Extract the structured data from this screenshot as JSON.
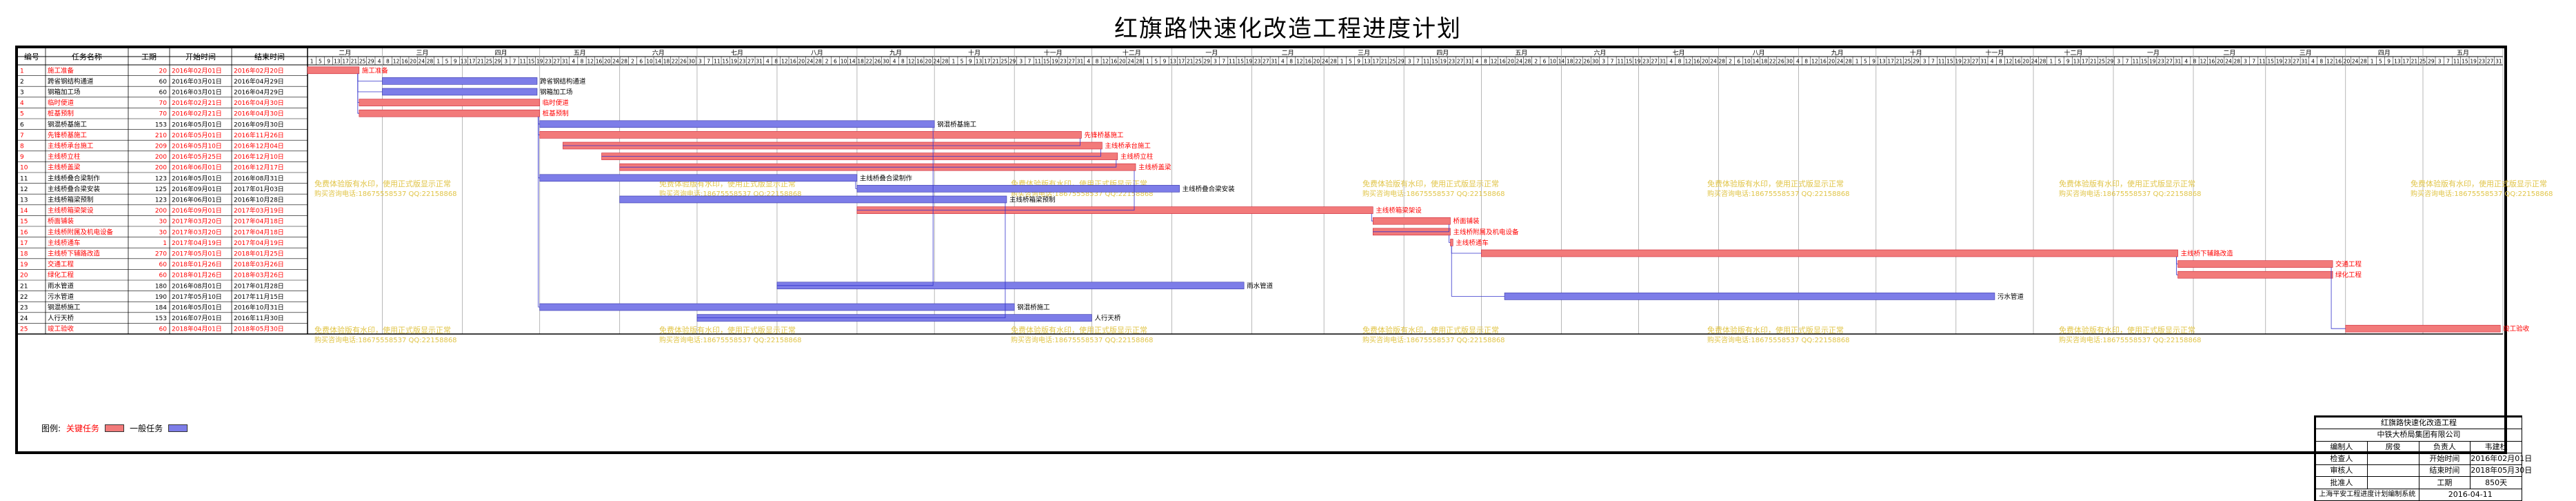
{
  "title": "红旗路快速化改造工程进度计划",
  "table_headers": {
    "id": "编号",
    "name": "任务名称",
    "duration": "工期",
    "start": "开始时间",
    "end": "结束时间"
  },
  "timeline": {
    "months": [
      "二月",
      "三月",
      "四月",
      "五月",
      "六月",
      "七月",
      "八月",
      "九月",
      "十月",
      "十一月",
      "十二月",
      "一月",
      "二月",
      "三月",
      "四月",
      "五月",
      "六月",
      "七月",
      "八月",
      "九月",
      "十月",
      "十一月",
      "十二月",
      "一月",
      "二月",
      "三月",
      "四月",
      "五月"
    ],
    "days": [
      "1",
      "5",
      "9",
      "13",
      "17",
      "21",
      "25",
      "29",
      "4",
      "8",
      "12",
      "16",
      "20",
      "24",
      "28",
      "1",
      "5",
      "9",
      "13",
      "17",
      "21",
      "25",
      "29",
      "3",
      "7",
      "11",
      "15",
      "19",
      "23",
      "27",
      "31",
      "4",
      "8",
      "12",
      "16",
      "20",
      "24",
      "28",
      "2",
      "6",
      "10",
      "14",
      "18",
      "22",
      "26",
      "30",
      "3",
      "7",
      "11",
      "15",
      "19",
      "23",
      "27",
      "31",
      "4",
      "8",
      "12",
      "16",
      "20",
      "24",
      "28",
      "2",
      "6",
      "10",
      "14",
      "18",
      "22",
      "26",
      "30",
      "4",
      "8",
      "12",
      "16",
      "20",
      "24",
      "28",
      "1",
      "5",
      "9",
      "13",
      "17",
      "21",
      "25",
      "29",
      "3",
      "7",
      "11",
      "15",
      "19",
      "23",
      "27",
      "31",
      "4",
      "8",
      "12",
      "16",
      "20",
      "24",
      "28",
      "1",
      "5",
      "9",
      "13",
      "17",
      "21",
      "25",
      "29",
      "3",
      "7",
      "11",
      "15",
      "19",
      "23",
      "27",
      "31",
      "4",
      "8",
      "12",
      "16",
      "20",
      "24",
      "28",
      "1",
      "5",
      "9",
      "13",
      "17",
      "21",
      "25",
      "29",
      "3",
      "7",
      "11",
      "15",
      "19",
      "23",
      "27",
      "31",
      "4",
      "8",
      "12",
      "16",
      "20",
      "24",
      "28",
      "2",
      "6",
      "10",
      "14",
      "18",
      "22",
      "26",
      "30",
      "3",
      "7",
      "11",
      "15",
      "19",
      "23",
      "27",
      "31",
      "4",
      "8",
      "12",
      "16",
      "20",
      "24",
      "28",
      "2",
      "6",
      "10",
      "14",
      "18",
      "22",
      "26",
      "30",
      "4",
      "8",
      "12",
      "16",
      "20",
      "24",
      "28",
      "1",
      "5",
      "9",
      "13",
      "17",
      "21",
      "25",
      "29",
      "3",
      "7",
      "11",
      "15",
      "19",
      "23",
      "27",
      "31",
      "4",
      "8",
      "12",
      "16",
      "20",
      "24",
      "28",
      "1",
      "5",
      "9",
      "13",
      "17",
      "21",
      "25",
      "29",
      "3",
      "7",
      "11",
      "15",
      "19",
      "23",
      "27",
      "31",
      "4",
      "8",
      "12",
      "16",
      "20",
      "24",
      "28",
      "3",
      "7",
      "11",
      "15",
      "19",
      "23",
      "27",
      "31",
      "4",
      "8",
      "12",
      "16",
      "20",
      "24",
      "28",
      "1",
      "5",
      "9",
      "13",
      "17",
      "21",
      "25",
      "29",
      "3",
      "7",
      "11",
      "15",
      "19",
      "23",
      "27",
      "31"
    ]
  },
  "chart_data": {
    "type": "gantt",
    "x_range": [
      "2016-02-01",
      "2018-05-31"
    ],
    "colors": {
      "critical": "#f27a7a",
      "normal": "#7d7de8",
      "critical_text": "#ff0000",
      "link": "#3333cc"
    },
    "tasks": [
      {
        "id": "1",
        "name": "施工准备",
        "duration": "20",
        "start": "2016年02月01日",
        "end": "2016年02月20日",
        "critical": true
      },
      {
        "id": "2",
        "name": "跨省钢结构通道",
        "duration": "60",
        "start": "2016年03月01日",
        "end": "2016年04月29日",
        "critical": false
      },
      {
        "id": "3",
        "name": "钢箱加工场",
        "duration": "60",
        "start": "2016年03月01日",
        "end": "2016年04月29日",
        "critical": false
      },
      {
        "id": "4",
        "name": "临时便道",
        "duration": "70",
        "start": "2016年02月21日",
        "end": "2016年04月30日",
        "critical": true
      },
      {
        "id": "5",
        "name": "桩基预制",
        "duration": "70",
        "start": "2016年02月21日",
        "end": "2016年04月30日",
        "critical": true
      },
      {
        "id": "6",
        "name": "钢混桥基施工",
        "duration": "153",
        "start": "2016年05月01日",
        "end": "2016年09月30日",
        "critical": false
      },
      {
        "id": "7",
        "name": "先锋桥基施工",
        "duration": "210",
        "start": "2016年05月01日",
        "end": "2016年11月26日",
        "critical": true
      },
      {
        "id": "8",
        "name": "主线桥承台施工",
        "duration": "209",
        "start": "2016年05月10日",
        "end": "2016年12月04日",
        "critical": true
      },
      {
        "id": "9",
        "name": "主线桥立柱",
        "duration": "200",
        "start": "2016年05月25日",
        "end": "2016年12月10日",
        "critical": true
      },
      {
        "id": "10",
        "name": "主线桥盖梁",
        "duration": "200",
        "start": "2016年06月01日",
        "end": "2016年12月17日",
        "critical": true
      },
      {
        "id": "11",
        "name": "主线桥叠合梁制作",
        "duration": "123",
        "start": "2016年05月01日",
        "end": "2016年08月31日",
        "critical": false
      },
      {
        "id": "12",
        "name": "主线桥叠合梁安装",
        "duration": "125",
        "start": "2016年09月01日",
        "end": "2017年01月03日",
        "critical": false
      },
      {
        "id": "13",
        "name": "主线桥箱梁预制",
        "duration": "123",
        "start": "2016年06月01日",
        "end": "2016年10月28日",
        "critical": false
      },
      {
        "id": "14",
        "name": "主线桥箱梁架设",
        "duration": "200",
        "start": "2016年09月01日",
        "end": "2017年03月19日",
        "critical": true
      },
      {
        "id": "15",
        "name": "桥面铺装",
        "duration": "30",
        "start": "2017年03月20日",
        "end": "2017年04月18日",
        "critical": true
      },
      {
        "id": "16",
        "name": "主线桥附属及机电设备",
        "duration": "30",
        "start": "2017年03月20日",
        "end": "2017年04月18日",
        "critical": true
      },
      {
        "id": "17",
        "name": "主线桥通车",
        "duration": "1",
        "start": "2017年04月19日",
        "end": "2017年04月19日",
        "critical": true
      },
      {
        "id": "18",
        "name": "主线桥下辅路改造",
        "duration": "270",
        "start": "2017年05月01日",
        "end": "2018年01月25日",
        "critical": true
      },
      {
        "id": "19",
        "name": "交通工程",
        "duration": "60",
        "start": "2018年01月26日",
        "end": "2018年03月26日",
        "critical": true
      },
      {
        "id": "20",
        "name": "绿化工程",
        "duration": "60",
        "start": "2018年01月26日",
        "end": "2018年03月26日",
        "critical": true
      },
      {
        "id": "21",
        "name": "雨水管道",
        "duration": "180",
        "start": "2016年08月01日",
        "end": "2017年01月28日",
        "critical": false
      },
      {
        "id": "22",
        "name": "污水管道",
        "duration": "190",
        "start": "2017年05月10日",
        "end": "2017年11月15日",
        "critical": false
      },
      {
        "id": "23",
        "name": "钢混桥施工",
        "duration": "184",
        "start": "2016年05月01日",
        "end": "2016年10月31日",
        "critical": false
      },
      {
        "id": "24",
        "name": "人行天桥",
        "duration": "153",
        "start": "2016年07月01日",
        "end": "2016年11月30日",
        "critical": false
      },
      {
        "id": "25",
        "name": "竣工验收",
        "duration": "60",
        "start": "2018年04月01日",
        "end": "2018年05月30日",
        "critical": true
      }
    ]
  },
  "watermark": {
    "line1": "免费体验版有水印，使用正式版显示正常",
    "line2": "购买咨询电话:18675558537 QQ:22158868"
  },
  "legend": {
    "label": "图例:",
    "critical": "关键任务",
    "normal": "一般任务"
  },
  "title_block": {
    "project": "红旗路快速化改造工程",
    "company": "中铁大桥局集团有限公司",
    "rows": [
      [
        "编制人",
        "房俊",
        "负责人",
        "韦建杜"
      ],
      [
        "检查人",
        "",
        "开始时间",
        "2016年02月01日"
      ],
      [
        "审核人",
        "",
        "结束时间",
        "2018年05月30日"
      ],
      [
        "批准人",
        "",
        "工期",
        "850天"
      ]
    ],
    "software": "上海平安工程进度计划编制系统",
    "date": "2016-04-11"
  }
}
